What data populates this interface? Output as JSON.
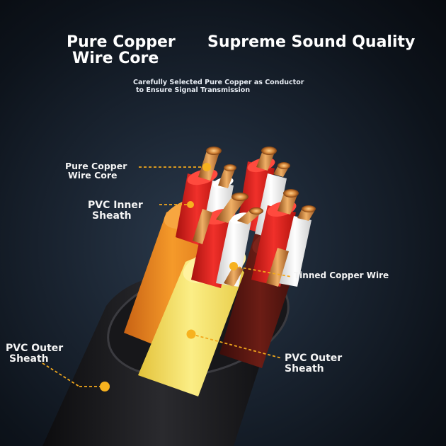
{
  "headline_left": {
    "line1": "Pure Copper",
    "line2": "Wire Core"
  },
  "headline_right": "Supreme Sound Quality",
  "subtitle": {
    "line1": "Carefully Selected Pure Copper as Conductor",
    "line2": "to Ensure Signal Transmission"
  },
  "callouts": {
    "pure_copper": {
      "line1": "Pure Copper",
      "line2": "Wire Core"
    },
    "pvc_inner": {
      "line1": "PVC Inner",
      "line2": "Sheath"
    },
    "tinned_copper": "Tinned Copper Wire",
    "pvc_outer_left": {
      "line1": "PVC Outer",
      "line2": "Sheath"
    },
    "pvc_outer_right": {
      "line1": "PVC Outer",
      "line2": "Sheath"
    }
  },
  "colors": {
    "background": "#0d131b",
    "leader_line": "#f2a81d",
    "outer_jacket": "#1c1c1f",
    "orange_sheath": "#f08a1c",
    "yellow_sheath": "#f5e266",
    "maroon_sheath": "#5a1510",
    "red_insulation": "#e0201b",
    "white_insulation": "#efefef",
    "copper": "#c9752f"
  }
}
